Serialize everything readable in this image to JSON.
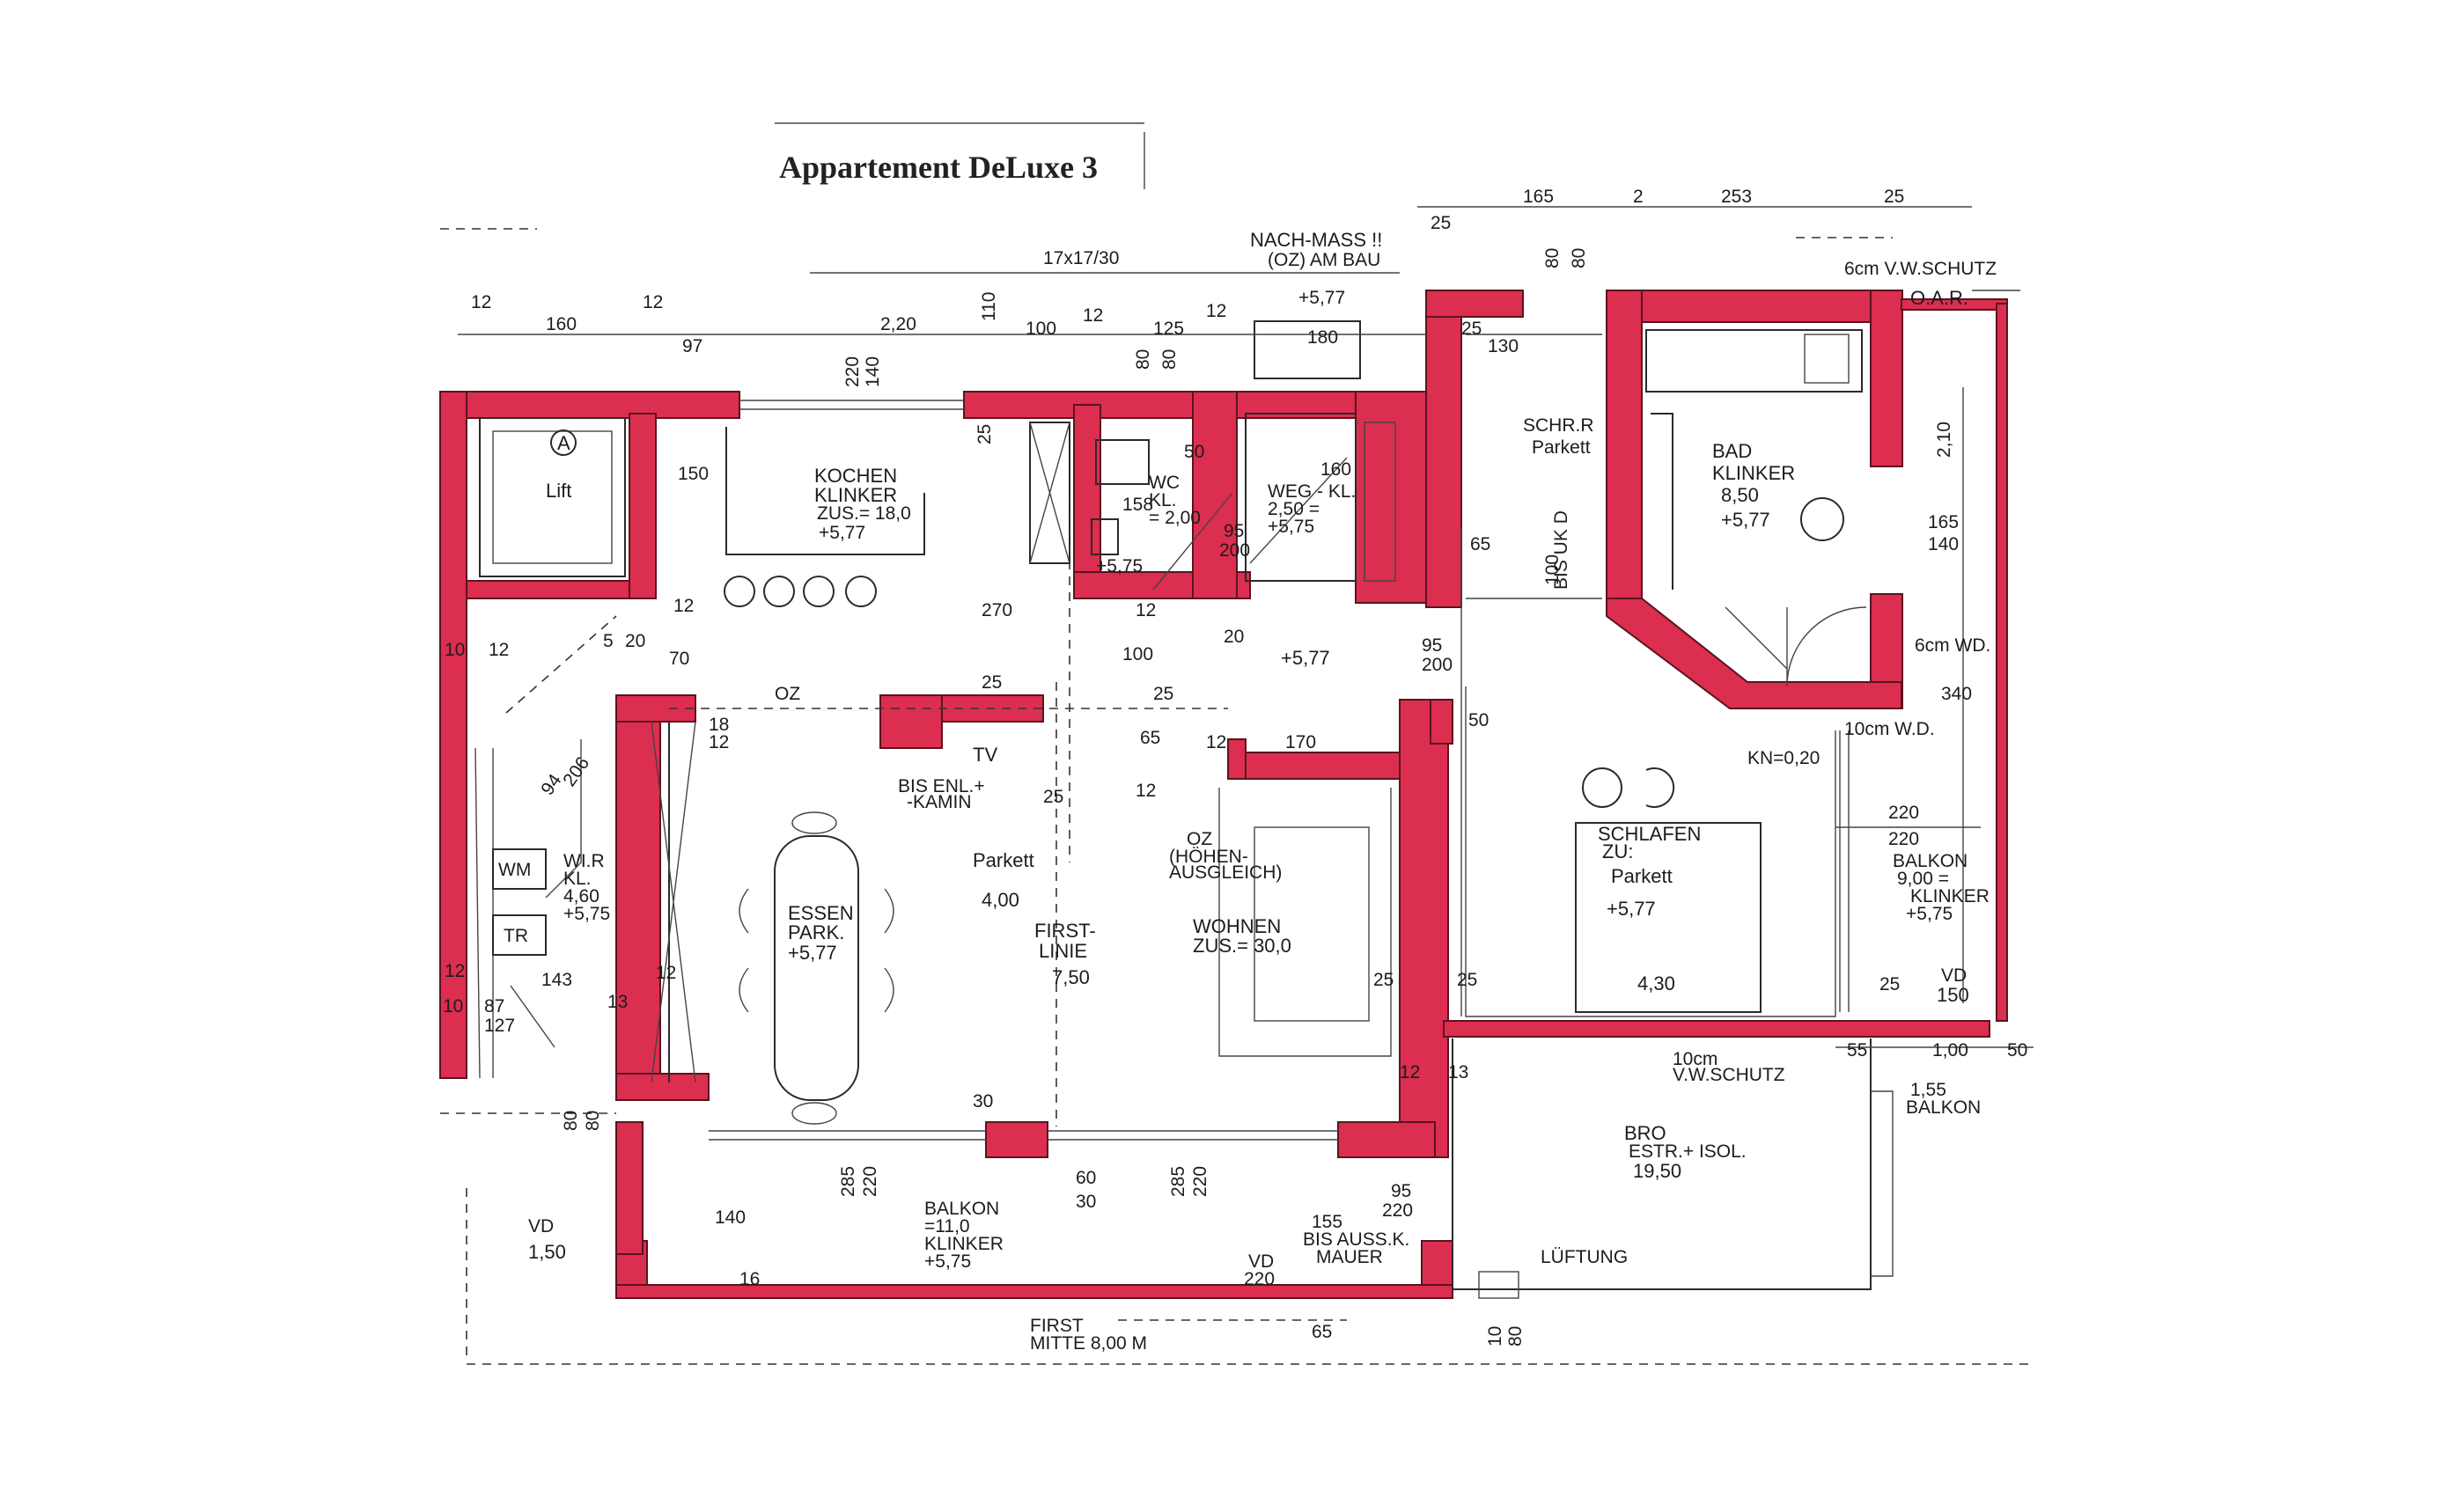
{
  "title": "Appartement DeLuxe 3",
  "colors": {
    "wall": "#dc2e4f",
    "ink": "#1c1c1c",
    "paper": "#ffffff"
  },
  "rooms": {
    "lift": "Lift",
    "lift_mark": "A",
    "kochen_1": "KOCHEN",
    "kochen_2": "KLINKER",
    "kochen_3": "ZUS.= 18,0",
    "kochen_4": "+5,77",
    "wc_1": "WC",
    "wc_2": "KL.",
    "wc_3": "= 2,00",
    "wc_4": "+5,75",
    "weg_1": "WEG - KL.",
    "weg_2": "2,50 =",
    "weg_3": "+5,75",
    "schr_1": "SCHR.R",
    "schr_2": "Parkett",
    "bad_1": "BAD",
    "bad_2": "KLINKER",
    "bad_3": "8,50",
    "bad_4": "+5,77",
    "wir_1": "WI.R",
    "wir_2": "KL.",
    "wir_3": "4,60",
    "wir_4": "+5,75",
    "wm": "WM",
    "tr": "TR",
    "essen_1": "ESSEN",
    "essen_2": "PARK.",
    "essen_3": "+5,77",
    "parkett": "Parkett",
    "parkett_val": "4,00",
    "first_1": "FIRST-",
    "first_2": "LINIE",
    "first_3": "7,50",
    "wohnen_1": "WOHNEN",
    "wohnen_2": "ZUS.= 30,0",
    "oz_1": "OZ",
    "oz_2": "(HÖHEN-",
    "oz_3": "AUSGLEICH)",
    "schlafen_1": "SCHLAFEN",
    "schlafen_2": "ZU:",
    "schlafen_3": "Parkett",
    "schlafen_4": "+5,77",
    "schlafen_5": "4,30",
    "balkon_r_1": "BALKON",
    "balkon_r_2": "9,00 =",
    "balkon_r_3": "KLINKER",
    "balkon_r_4": "+5,75",
    "balkon_s_1": "BALKON",
    "balkon_s_2": "=11,0",
    "balkon_s_3": "KLINKER",
    "balkon_s_4": "+5,75",
    "tv": "TV",
    "kamin_1": "BIS ENL.+",
    "kamin_2": "-KAMIN",
    "bis_auss_1": "BIS AUSS.K.",
    "bis_auss_2": "MAUER",
    "bro_1": "BRO",
    "bro_2": "ESTR.+ ISOL.",
    "bro_3": "19,50",
    "lueftung": "LÜFTUNG",
    "nachmass_1": "NACH-MASS !!",
    "nachmass_2": "(OZ) AM BAU",
    "nachmass_3": "+5,77",
    "vw_top": "6cm V.W.SCHUTZ",
    "vw_bottom_1": "10cm",
    "vw_bottom_2": "V.W.SCHUTZ",
    "oar": "O.A.R.",
    "first_m_1": "FIRST",
    "first_m_2": "MITTE 8,00 M",
    "stair_note": "17x17/30",
    "kn": "KN=0,20",
    "vd_left_1": "VD",
    "vd_left_2": "1,50",
    "vd_mid_1": "VD",
    "vd_mid_2": "220",
    "vd_right_1": "VD",
    "vd_right_2": "150",
    "balkon_small": "BALKON",
    "wd_1": "6cm WD.",
    "wd_2": "10cm W.D.",
    "bis_uk": "BIS UK D",
    "oz_mark": "OZ"
  },
  "dims": {
    "d12a": "12",
    "d160": "160",
    "d12b": "12",
    "d97": "97",
    "d220": "2,20",
    "d110": "110",
    "d100": "100",
    "d12c": "12",
    "d125": "125",
    "d12d": "12",
    "d180": "180",
    "d25a": "25",
    "d165": "165",
    "d2": "2",
    "d253": "253",
    "d25b": "25",
    "d25c": "25",
    "d130": "130",
    "d80a": "80",
    "d80b": "80",
    "d220b": "220",
    "d140": "140",
    "d80c": "80",
    "d80d": "80",
    "d150": "150",
    "d25d": "25",
    "d50": "50",
    "d158": "158",
    "d160b": "160",
    "d95": "95",
    "d200": "200",
    "d210": "2,10",
    "d165b": "165",
    "d140b": "140",
    "d65": "65",
    "d100b": "100",
    "d12e": "12",
    "d270": "270",
    "d12f": "12",
    "d20a": "20",
    "d100c": "100",
    "d577a": "+5,77",
    "d95b": "95",
    "d200b": "200",
    "d10": "10",
    "d12g": "12",
    "d5": "5",
    "d20b": "20",
    "d70": "70",
    "d25e": "25",
    "d25f": "25",
    "d65b": "65",
    "d18": "18",
    "d12h": "12",
    "d12i": "12",
    "d170": "170",
    "d50b": "50",
    "d340": "340",
    "d12j": "12",
    "d25g": "25",
    "d94": "94",
    "d206": "206",
    "d143": "143",
    "d12k": "12",
    "d13": "13",
    "d87": "87",
    "d127": "127",
    "d10b": "10",
    "d12l": "12",
    "d25h": "25",
    "d25i": "25",
    "d55": "55",
    "d100d": "1,00",
    "d50c": "50",
    "d155": "1,55",
    "d13b": "13",
    "d12m": "12",
    "d30": "30",
    "d80e": "80",
    "d80f": "80",
    "d140c": "140",
    "d285a": "285",
    "d220c": "220",
    "d60": "60",
    "d30b": "30",
    "d285b": "285",
    "d220d": "220",
    "d155b": "155",
    "d95c": "95",
    "d220e": "220",
    "d16": "16",
    "d65c": "65",
    "d10c": "10",
    "d80g": "80",
    "d220f": "220",
    "d220g": "220",
    "d25j": "25"
  }
}
